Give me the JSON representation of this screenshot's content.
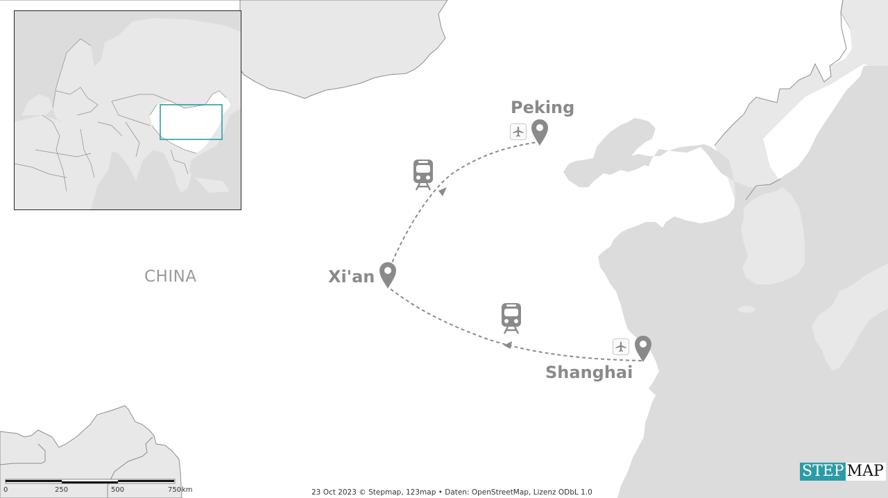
{
  "map": {
    "colors": {
      "land_focus": "#ffffff",
      "land_other": "#e8e8e8",
      "sea": "#dcdcdc",
      "border": "#8c8c8c",
      "marker": "#8a8a8a",
      "route": "#8a8a8a",
      "inset_frame": "#2a9ca6"
    },
    "country_label": "CHINA",
    "cities": [
      {
        "name": "Peking",
        "icons": [
          "plane-icon",
          "pin-icon"
        ]
      },
      {
        "name": "Xi'an",
        "icons": [
          "pin-icon"
        ]
      },
      {
        "name": "Shanghai",
        "icons": [
          "plane-icon",
          "pin-icon"
        ]
      }
    ],
    "routes": [
      {
        "from": "Xi'an",
        "to": "Peking",
        "mode": "train-icon"
      },
      {
        "from": "Shanghai",
        "to": "Xi'an",
        "mode": "train-icon"
      }
    ]
  },
  "scale": {
    "ticks": [
      "0",
      "250",
      "500",
      "750"
    ],
    "unit": "km"
  },
  "footer": {
    "attribution": "23 Oct 2023 © Stepmap, 123map • Daten: OpenStreetMap, Lizenz ODbL 1.0"
  },
  "logo": {
    "part1": "STEP",
    "part2": "MAP"
  }
}
